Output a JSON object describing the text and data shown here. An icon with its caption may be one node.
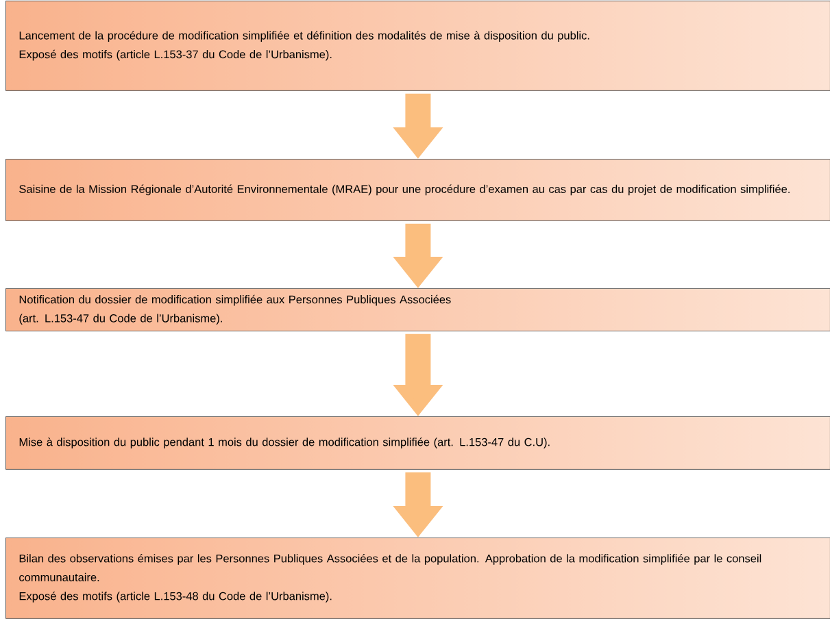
{
  "diagram": {
    "nodes": [
      {
        "text": [
          "Lancement de la procédure de modification simplifiée et définition des modalités de mise à disposition du public.",
          "Exposé des motifs (article L.153-37 du Code de l’Urbanisme)."
        ]
      },
      {
        "text": [
          "Saisine de la Mission Régionale d’Autorité Environnementale (MRAE) pour une procédure d’examen au cas par cas du projet de modification simplifiée."
        ]
      },
      {
        "text": [
          "Notification du dossier de modification simplifiée aux Personnes Publiques Associées",
          "(art. L.153-47 du Code de l’Urbanisme)."
        ]
      },
      {
        "text": [
          "Mise à disposition du public pendant 1 mois du dossier de modification simplifiée (art. L.153-47 du C.U)."
        ]
      },
      {
        "text": [
          "Bilan des observations émises par les Personnes Publiques Associées et de la population. Approbation de la modification simplifiée par le conseil communautaire.",
          "Exposé des motifs (article L.153-48 du Code de l’Urbanisme)."
        ]
      }
    ],
    "edges": [
      {
        "from": 0,
        "to": 1,
        "arrow": "to"
      },
      {
        "from": 1,
        "to": 2,
        "arrow": "to"
      },
      {
        "from": 2,
        "to": 3,
        "arrow": "to"
      },
      {
        "from": 3,
        "to": 4,
        "arrow": "to"
      }
    ]
  }
}
